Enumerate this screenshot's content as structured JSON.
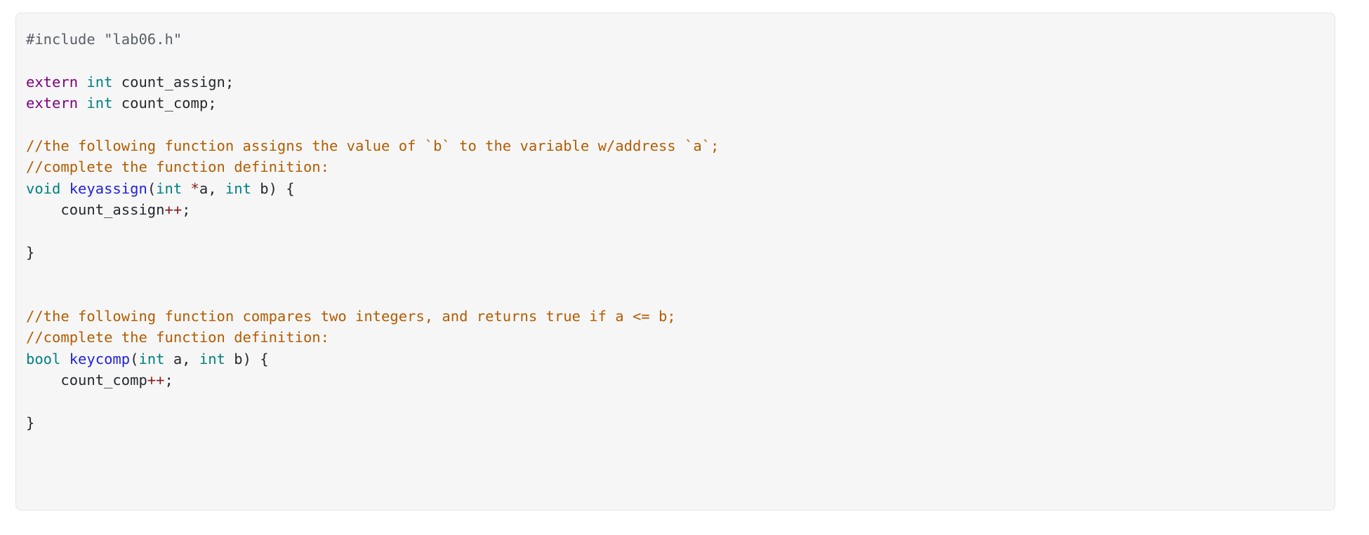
{
  "theme": {
    "page_background": "#ffffff",
    "code_background": "#f6f6f6",
    "code_border": "#e6e6e6",
    "color_plain": "#24292e",
    "color_preprocessor": "#586069",
    "color_keyword": "#800080",
    "color_type": "#008080",
    "color_function": "#2121de",
    "color_comment": "#b35c00",
    "color_operator": "#8b2020"
  },
  "code_block": {
    "language": "c",
    "lines": [
      {
        "index": 1,
        "text": "#include \"lab06.h\"",
        "tokens": [
          {
            "t": "#include \"lab06.h\"",
            "c": "tok-preproc"
          }
        ]
      },
      {
        "index": 2,
        "text": "",
        "tokens": []
      },
      {
        "index": 3,
        "text": "extern int count_assign;",
        "tokens": [
          {
            "t": "extern",
            "c": "tok-keyword"
          },
          {
            "t": " ",
            "c": "tok-plain"
          },
          {
            "t": "int",
            "c": "tok-type"
          },
          {
            "t": " count_assign;",
            "c": "tok-plain"
          }
        ]
      },
      {
        "index": 4,
        "text": "extern int count_comp;",
        "tokens": [
          {
            "t": "extern",
            "c": "tok-keyword"
          },
          {
            "t": " ",
            "c": "tok-plain"
          },
          {
            "t": "int",
            "c": "tok-type"
          },
          {
            "t": " count_comp;",
            "c": "tok-plain"
          }
        ]
      },
      {
        "index": 5,
        "text": "",
        "tokens": []
      },
      {
        "index": 6,
        "text": "//the following function assigns the value of `b` to the variable w/address `a`;",
        "tokens": [
          {
            "t": "//the following function assigns the value of `b` to the variable w/address `a`;",
            "c": "tok-comment"
          }
        ]
      },
      {
        "index": 7,
        "text": "//complete the function definition:",
        "tokens": [
          {
            "t": "//complete the function definition:",
            "c": "tok-comment"
          }
        ]
      },
      {
        "index": 8,
        "text": "void keyassign(int *a, int b) {",
        "tokens": [
          {
            "t": "void",
            "c": "tok-type"
          },
          {
            "t": " ",
            "c": "tok-plain"
          },
          {
            "t": "keyassign",
            "c": "tok-func"
          },
          {
            "t": "(",
            "c": "tok-punct"
          },
          {
            "t": "int",
            "c": "tok-type"
          },
          {
            "t": " ",
            "c": "tok-plain"
          },
          {
            "t": "*",
            "c": "tok-op"
          },
          {
            "t": "a, ",
            "c": "tok-plain"
          },
          {
            "t": "int",
            "c": "tok-type"
          },
          {
            "t": " b) {",
            "c": "tok-plain"
          }
        ]
      },
      {
        "index": 9,
        "text": "    count_assign++;",
        "tokens": [
          {
            "t": "    count_assign",
            "c": "tok-plain"
          },
          {
            "t": "++",
            "c": "tok-op"
          },
          {
            "t": ";",
            "c": "tok-plain"
          }
        ]
      },
      {
        "index": 10,
        "text": "",
        "tokens": []
      },
      {
        "index": 11,
        "text": "}",
        "tokens": [
          {
            "t": "}",
            "c": "tok-punct"
          }
        ]
      },
      {
        "index": 12,
        "text": "",
        "tokens": []
      },
      {
        "index": 13,
        "text": "",
        "tokens": []
      },
      {
        "index": 14,
        "text": "//the following function compares two integers, and returns true if a <= b;",
        "tokens": [
          {
            "t": "//the following function compares two integers, and returns true if a <= b;",
            "c": "tok-comment"
          }
        ]
      },
      {
        "index": 15,
        "text": "//complete the function definition:",
        "tokens": [
          {
            "t": "//complete the function definition:",
            "c": "tok-comment"
          }
        ]
      },
      {
        "index": 16,
        "text": "bool keycomp(int a, int b) {",
        "tokens": [
          {
            "t": "bool",
            "c": "tok-type"
          },
          {
            "t": " ",
            "c": "tok-plain"
          },
          {
            "t": "keycomp",
            "c": "tok-func"
          },
          {
            "t": "(",
            "c": "tok-punct"
          },
          {
            "t": "int",
            "c": "tok-type"
          },
          {
            "t": " a, ",
            "c": "tok-plain"
          },
          {
            "t": "int",
            "c": "tok-type"
          },
          {
            "t": " b) {",
            "c": "tok-plain"
          }
        ]
      },
      {
        "index": 17,
        "text": "    count_comp++;",
        "tokens": [
          {
            "t": "    count_comp",
            "c": "tok-plain"
          },
          {
            "t": "++",
            "c": "tok-op"
          },
          {
            "t": ";",
            "c": "tok-plain"
          }
        ]
      },
      {
        "index": 18,
        "text": "",
        "tokens": []
      },
      {
        "index": 19,
        "text": "}",
        "tokens": [
          {
            "t": "}",
            "c": "tok-punct"
          }
        ]
      }
    ]
  }
}
